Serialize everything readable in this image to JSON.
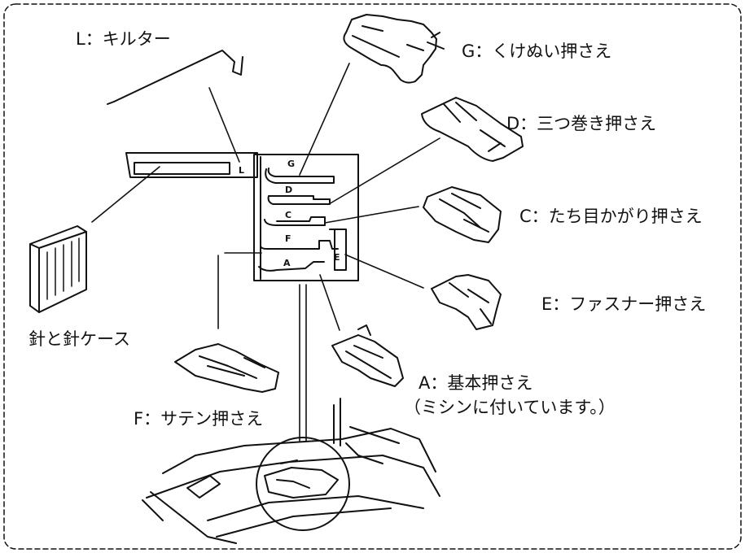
{
  "labels": {
    "quilter": "L：キルター",
    "foot_g": "G：くけぬい押さえ",
    "foot_d": "D：三つ巻き押さえ",
    "foot_c": "C：たち目かがり押さえ",
    "foot_e": "E：ファスナー押さえ",
    "foot_a": "A：基本押さえ",
    "foot_a_note": "（ミシンに付いています。）",
    "foot_f": "F：サテン押さえ",
    "needles": "針と針ケース"
  },
  "tray_letters": {
    "l": "L",
    "g": "G",
    "d": "D",
    "c": "C",
    "f": "F",
    "a": "A",
    "e": "E"
  }
}
